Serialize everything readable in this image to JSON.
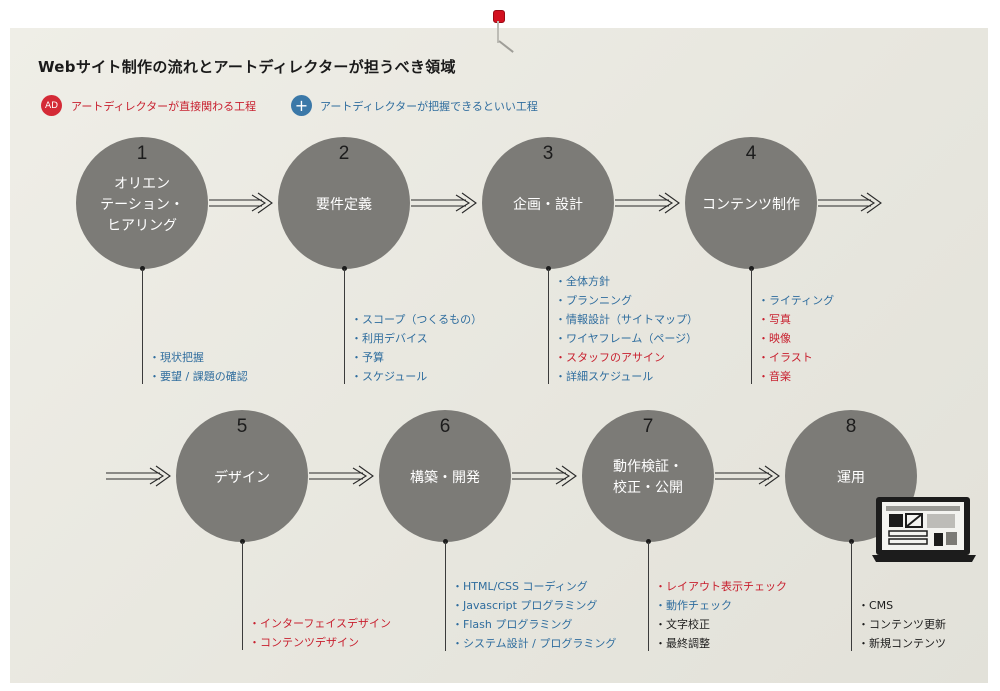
{
  "title": "Webサイト制作の流れとアートディレクターが担うべき領域",
  "legend": {
    "direct": {
      "icon": "AD",
      "label": "アートディレクターが直接関わる工程",
      "color": "#c8202f"
    },
    "grasp": {
      "icon": "+",
      "label": "アートディレクターが把握できるといい工程",
      "color": "#2f6d9e"
    }
  },
  "steps": [
    {
      "num": "1",
      "name": [
        "オリエン",
        "テーション・",
        "ヒアリング"
      ],
      "items": [
        {
          "text": "・現状把握",
          "color": "blue"
        },
        {
          "text": "・要望 / 課題の確認",
          "color": "blue"
        }
      ]
    },
    {
      "num": "2",
      "name": [
        "要件定義"
      ],
      "items": [
        {
          "text": "・スコープ（つくるもの）",
          "color": "blue"
        },
        {
          "text": "・利用デバイス",
          "color": "blue"
        },
        {
          "text": "・予算",
          "color": "blue"
        },
        {
          "text": "・スケジュール",
          "color": "blue"
        }
      ]
    },
    {
      "num": "3",
      "name": [
        "企画・設計"
      ],
      "items": [
        {
          "text": "・全体方針",
          "color": "blue"
        },
        {
          "text": "・プランニング",
          "color": "blue"
        },
        {
          "text": "・情報設計（サイトマップ）",
          "color": "blue"
        },
        {
          "text": "・ワイヤフレーム（ページ）",
          "color": "blue"
        },
        {
          "text": "・スタッフのアサイン",
          "color": "red"
        },
        {
          "text": "・詳細スケジュール",
          "color": "blue"
        }
      ]
    },
    {
      "num": "4",
      "name": [
        "コンテンツ制作"
      ],
      "items": [
        {
          "text": "・ライティング",
          "color": "blue"
        },
        {
          "text": "・写真",
          "color": "red"
        },
        {
          "text": "・映像",
          "color": "red"
        },
        {
          "text": "・イラスト",
          "color": "red"
        },
        {
          "text": "・音楽",
          "color": "red"
        }
      ]
    },
    {
      "num": "5",
      "name": [
        "デザイン"
      ],
      "items": [
        {
          "text": "・インターフェイスデザイン",
          "color": "red"
        },
        {
          "text": "・コンテンツデザイン",
          "color": "red"
        }
      ]
    },
    {
      "num": "6",
      "name": [
        "構築・開発"
      ],
      "items": [
        {
          "text": "・HTML/CSS コーディング",
          "color": "blue"
        },
        {
          "text": "・Javascript プログラミング",
          "color": "blue"
        },
        {
          "text": "・Flash プログラミング",
          "color": "blue"
        },
        {
          "text": "・システム設計 / プログラミング",
          "color": "blue"
        }
      ]
    },
    {
      "num": "7",
      "name": [
        "動作検証・",
        "校正・公開"
      ],
      "items": [
        {
          "text": "・レイアウト表示チェック",
          "color": "red"
        },
        {
          "text": "・動作チェック",
          "color": "blue"
        },
        {
          "text": "・文字校正",
          "color": "black"
        },
        {
          "text": "・最終調整",
          "color": "black"
        }
      ]
    },
    {
      "num": "8",
      "name": [
        "運用"
      ],
      "items": [
        {
          "text": "・CMS",
          "color": "black"
        },
        {
          "text": "・コンテンツ更新",
          "color": "black"
        },
        {
          "text": "・新規コンテンツ",
          "color": "black"
        }
      ]
    }
  ],
  "colors": {
    "circle": "#7c7b77",
    "board": "#e9e8e1",
    "red": "#c8202f",
    "blue": "#2f6d9e",
    "black": "#1c1c1c"
  },
  "icons": [
    "pushpin-icon",
    "laptop-icon",
    "double-arrow-icon"
  ]
}
